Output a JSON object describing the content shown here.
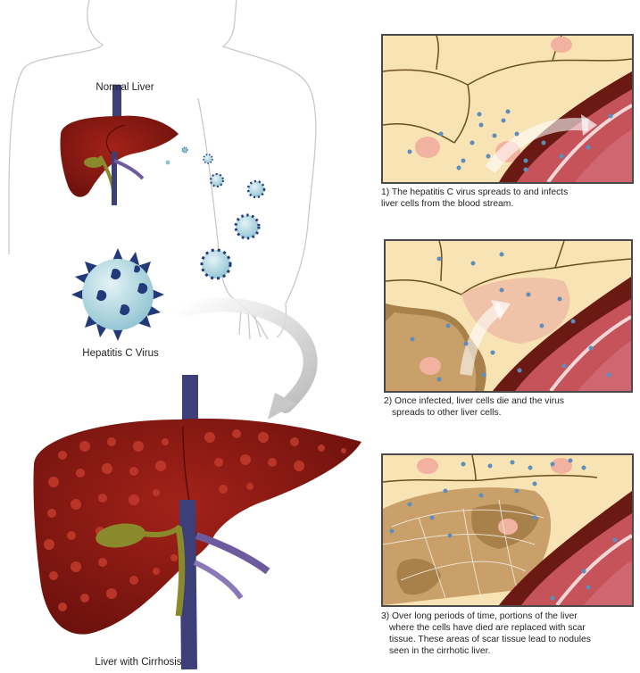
{
  "labels": {
    "normal_liver": "Normal Liver",
    "hepatitis_c_virus": "Hepatitis C Virus",
    "liver_with_cirrhosis": "Liver with Cirrhosis"
  },
  "steps": [
    {
      "caption_lines": [
        "1) The hepatitis C virus spreads to and infects",
        "liver cells from the blood stream."
      ]
    },
    {
      "caption_lines": [
        "2) Once infected, liver cells die and the virus",
        "spreads to other liver cells."
      ]
    },
    {
      "caption_lines": [
        "3) Over long periods of time, portions of the liver",
        "where the cells have died are replaced with scar",
        "tissue. These areas of scar tissue lead to nodules",
        "seen in the cirrhotic liver."
      ]
    }
  ],
  "colors": {
    "liver": "#8c1a14",
    "liver_dark": "#6a100c",
    "nodule": "#b7321f",
    "gallbladder": "#8a8a2c",
    "vein": "#3c3f78",
    "virus_body": "#b9dde6",
    "virus_spike": "#233a7a",
    "cell": "#f7e3b3",
    "blood": "#c6525a"
  },
  "icons": [
    "body-outline",
    "normal-liver-icon",
    "virus-icon",
    "cirrhotic-liver-icon",
    "curved-arrow-icon"
  ]
}
